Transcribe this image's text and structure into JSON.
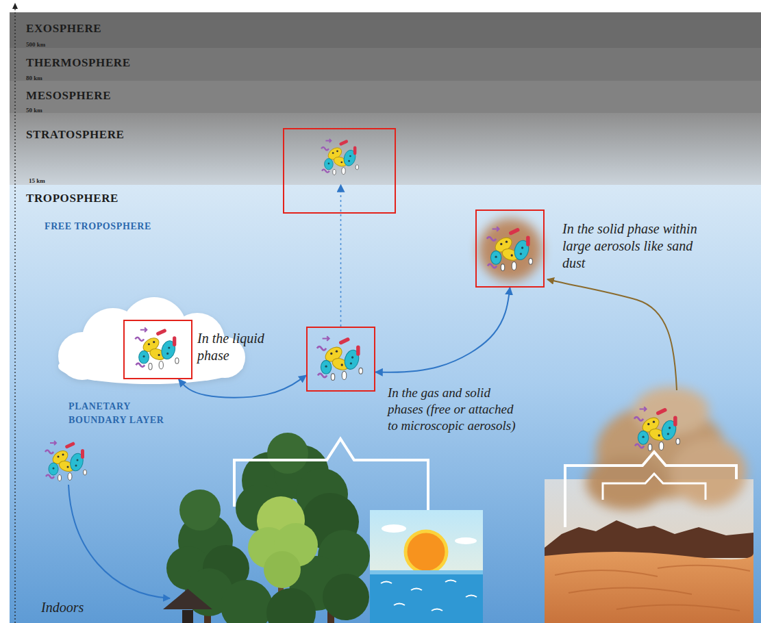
{
  "diagram": {
    "nodes": [
      {
        "text": [
          "EXOSPHERE"
        ]
      },
      {
        "text": [
          "THERMOSPHERE"
        ]
      },
      {
        "text": [
          "MESOSPHERE"
        ]
      },
      {
        "text": [
          "STRATOSPHERE"
        ]
      },
      {
        "text": [
          "TROPOSPHERE"
        ]
      },
      {
        "text": [
          "In the solid phase within large aerosols like sand dust"
        ],
        "in": 4
      },
      {
        "text": [
          "In the liquid phase"
        ],
        "in": 4
      },
      {
        "text": [
          "In the gas and solid phases (free or attached to microscopic aerosols)"
        ],
        "in": 4
      }
    ],
    "edges": [
      {
        "from": 7,
        "to": 3,
        "arrow": "to"
      },
      {
        "from": 6,
        "to": 7,
        "arrow": "both"
      },
      {
        "from": 7,
        "to": 5,
        "arrow": "both"
      }
    ],
    "labels": [
      "500 km",
      "80 km",
      "50 km",
      "15 km",
      "FREE TROPOSPHERE",
      "PLANETARY BOUNDARY LAYER",
      "Indoors"
    ]
  }
}
